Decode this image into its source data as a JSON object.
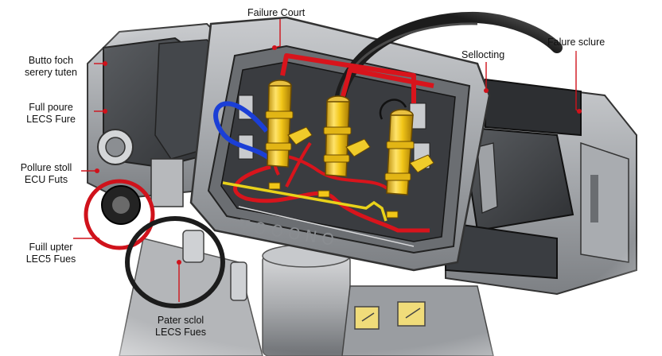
{
  "labels": {
    "top_center": "Failure Court",
    "top_right_1": "Sellocting",
    "top_right_2": "Falure sclure",
    "left_1": {
      "line1": "Butto foch",
      "line2": "serery tuten"
    },
    "left_2": {
      "line1": "Full poure",
      "line2": "LECS Fure"
    },
    "left_3": {
      "line1": "Pollure stoll",
      "line2": "ECU Futs"
    },
    "left_4": {
      "line1": "Fuill upter",
      "line2": "LEC5 Fues"
    },
    "bottom_center": {
      "line1": "Pater sclol",
      "line2": "LECS Fues"
    }
  },
  "housing_embossed_text": "TOOONO",
  "colors": {
    "leader_line": "#d0121b",
    "wire_red": "#d8141c",
    "wire_blue": "#1b3fd6",
    "wire_yellow": "#e9d21a",
    "fuse_yellow": "#f2c618",
    "housing_gray": "#8f9296",
    "housing_dark": "#3e4145",
    "cable_black": "#1c1c1c"
  },
  "fuses": [
    {
      "name": "fuse-left"
    },
    {
      "name": "fuse-middle"
    },
    {
      "name": "fuse-right"
    }
  ]
}
